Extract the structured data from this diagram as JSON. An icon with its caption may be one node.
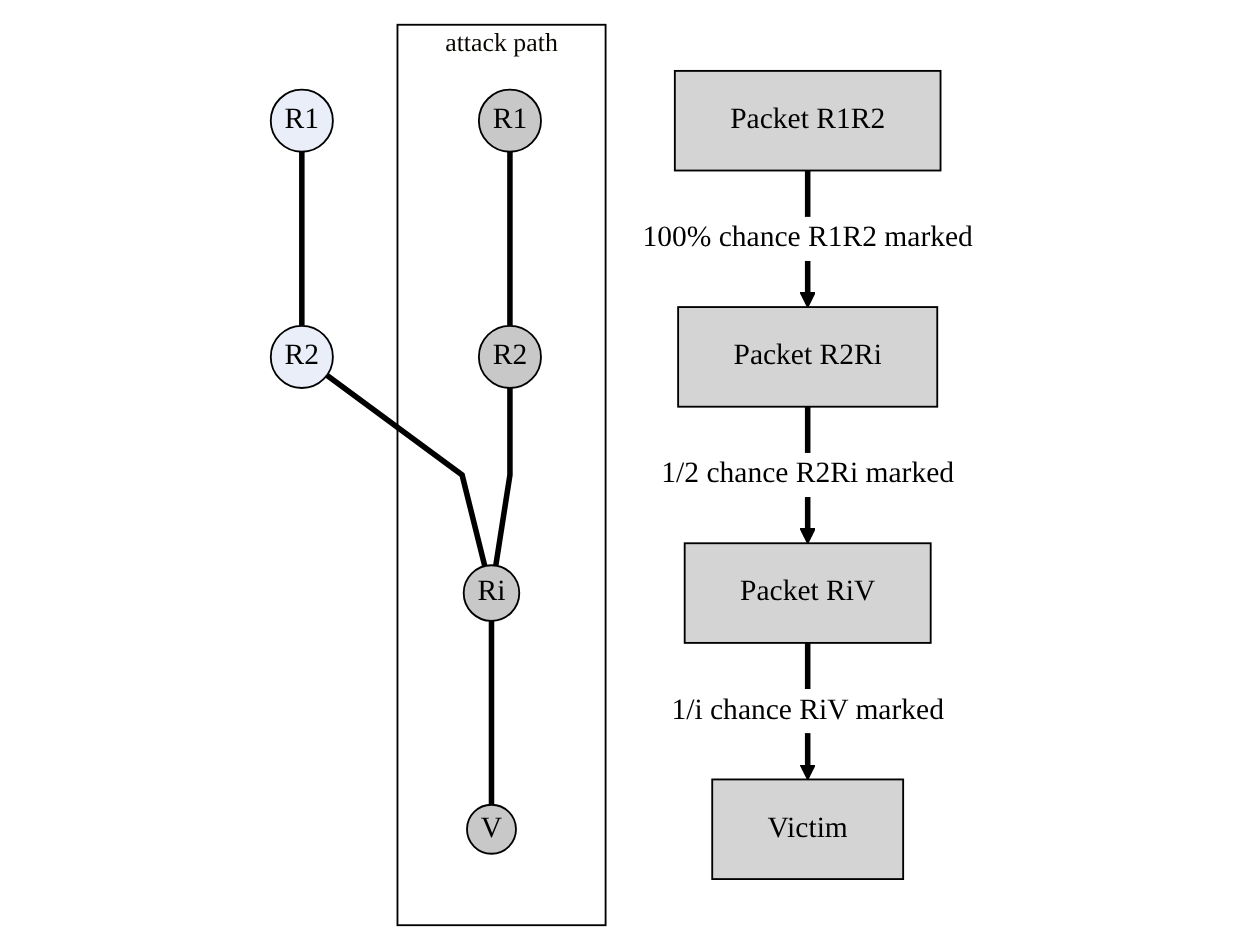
{
  "diagram": {
    "nodes": [
      {
        "text": [
          "attack path"
        ]
      },
      {
        "text": [
          "R1"
        ]
      },
      {
        "text": [
          "R2"
        ]
      },
      {
        "text": [
          "R1"
        ],
        "in": 0
      },
      {
        "text": [
          "R2"
        ],
        "in": 0
      },
      {
        "text": [
          "Ri"
        ],
        "in": 0
      },
      {
        "text": [
          "V"
        ],
        "in": 0
      },
      {
        "text": [
          "Packet R1R2"
        ]
      },
      {
        "text": [
          "Packet R2Ri"
        ]
      },
      {
        "text": [
          "Packet RiV"
        ]
      },
      {
        "text": [
          "Victim"
        ]
      }
    ],
    "edges": [
      {
        "from": 1,
        "to": 2,
        "arrow": "none"
      },
      {
        "from": 3,
        "to": 4,
        "arrow": "none"
      },
      {
        "from": 2,
        "to": 5,
        "arrow": "none"
      },
      {
        "from": 4,
        "to": 5,
        "arrow": "none"
      },
      {
        "from": 5,
        "to": 6,
        "arrow": "none"
      },
      {
        "from": 7,
        "to": 8,
        "arrow": "to",
        "label": "100% chance R1R2 marked"
      },
      {
        "from": 8,
        "to": 9,
        "arrow": "to",
        "label": "1/2 chance R2Ri marked"
      },
      {
        "from": 9,
        "to": 10,
        "arrow": "to",
        "label": "1/i chance RiV marked"
      }
    ]
  }
}
